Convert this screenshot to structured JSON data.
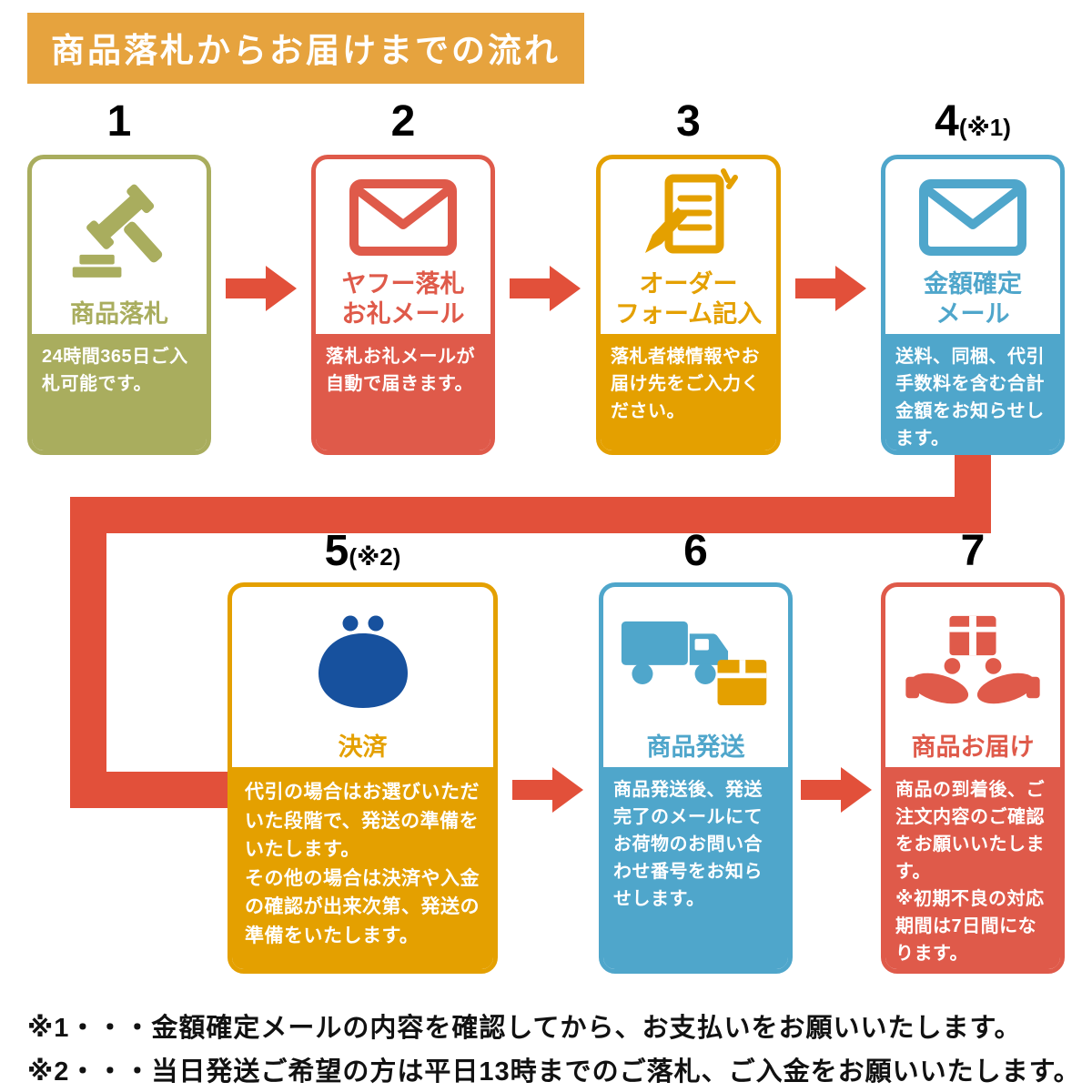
{
  "header": {
    "title": "商品落札からお届けまでの流れ"
  },
  "colors": {
    "header_bg": "#e6a33e",
    "arrow": "#e2503a",
    "olive": "#a9ad5e",
    "red": "#df5a4a",
    "orange": "#e4a000",
    "blue": "#4fa6cb",
    "purse_navy": "#17519e"
  },
  "steps": [
    {
      "number": "1",
      "suffix": "",
      "title": "商品落札",
      "body": "24時間365日ご入札可能です。",
      "icon": "gavel-icon"
    },
    {
      "number": "2",
      "suffix": "",
      "title": "ヤフー落札\nお礼メール",
      "body": "落札お礼メールが自動で届きます。",
      "icon": "mail-icon"
    },
    {
      "number": "3",
      "suffix": "",
      "title": "オーダー\nフォーム記入",
      "body": "落札者様情報やお届け先をご入力ください。",
      "icon": "order-form-icon"
    },
    {
      "number": "4",
      "suffix": "(※1)",
      "title": "金額確定\nメール",
      "body": "送料、同梱、代引手数料を含む合計金額をお知らせします。",
      "icon": "mail-icon"
    },
    {
      "number": "5",
      "suffix": "(※2)",
      "title": "決済",
      "body": "代引の場合はお選びいただいた段階で、発送の準備をいたします。\nその他の場合は決済や入金の確認が出来次第、発送の準備をいたします。",
      "icon": "purse-icon"
    },
    {
      "number": "6",
      "suffix": "",
      "title": "商品発送",
      "body": "商品発送後、発送完了のメールにてお荷物のお問い合わせ番号をお知らせします。",
      "icon": "truck-icon"
    },
    {
      "number": "7",
      "suffix": "",
      "title": "商品お届け",
      "body": "商品の到着後、ご注文内容のご確認をお願いいたします。\n※初期不良の対応期間は7日間になります。",
      "icon": "delivery-hands-icon"
    }
  ],
  "footnotes": [
    "※1・・・金額確定メールの内容を確認してから、お支払いをお願いいたします。",
    "※2・・・当日発送ご希望の方は平日13時までのご落札、ご入金をお願いいたします。"
  ]
}
